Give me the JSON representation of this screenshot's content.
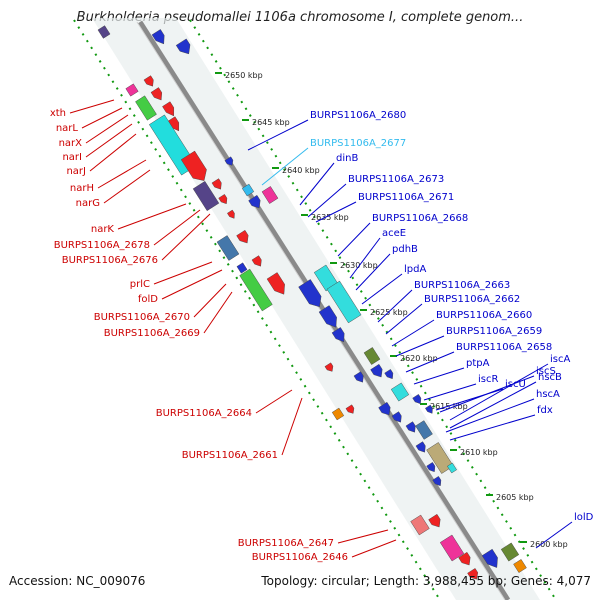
{
  "title": "Burkholderia pseudomallei 1106a chromosome I, complete genom...",
  "footer": {
    "accession": "Accession: NC_009076",
    "topology": "Topology: circular; Length: 3,988,455 bp; Genes: 4,077"
  },
  "colors": {
    "left_labels": "#cc0000",
    "right_labels": "#0000cc",
    "highlight_label": "#33bbee",
    "backbone": "#888888",
    "ticks": "#119911"
  },
  "scale_ticks": [
    {
      "label": "2650 kbp"
    },
    {
      "label": "2645 kbp"
    },
    {
      "label": "2640 kbp"
    },
    {
      "label": "2635 kbp"
    },
    {
      "label": "2630 kbp"
    },
    {
      "label": "2625 kbp"
    },
    {
      "label": "2620 kbp"
    },
    {
      "label": "2615 kbp"
    },
    {
      "label": "2610 kbp"
    },
    {
      "label": "2605 kbp"
    },
    {
      "label": "2600 kbp"
    }
  ],
  "left_labels": [
    {
      "text": "xth"
    },
    {
      "text": "narL"
    },
    {
      "text": "narX"
    },
    {
      "text": "narI"
    },
    {
      "text": "narJ"
    },
    {
      "text": "narH"
    },
    {
      "text": "narG"
    },
    {
      "text": "narK"
    },
    {
      "text": "BURPS1106A_2678"
    },
    {
      "text": "BURPS1106A_2676"
    },
    {
      "text": "prlC"
    },
    {
      "text": "folD"
    },
    {
      "text": "BURPS1106A_2670"
    },
    {
      "text": "BURPS1106A_2669"
    },
    {
      "text": "BURPS1106A_2664"
    },
    {
      "text": "BURPS1106A_2661"
    },
    {
      "text": "BURPS1106A_2647"
    },
    {
      "text": "BURPS1106A_2646"
    }
  ],
  "right_labels": [
    {
      "text": "BURPS1106A_2680"
    },
    {
      "text": "BURPS1106A_2677"
    },
    {
      "text": "dinB"
    },
    {
      "text": "BURPS1106A_2673"
    },
    {
      "text": "BURPS1106A_2671"
    },
    {
      "text": "BURPS1106A_2668"
    },
    {
      "text": "aceE"
    },
    {
      "text": "pdhB"
    },
    {
      "text": "lpdA"
    },
    {
      "text": "BURPS1106A_2663"
    },
    {
      "text": "BURPS1106A_2662"
    },
    {
      "text": "BURPS1106A_2660"
    },
    {
      "text": "BURPS1106A_2659"
    },
    {
      "text": "BURPS1106A_2658"
    },
    {
      "text": "ptpA"
    },
    {
      "text": "iscA"
    },
    {
      "text": "iscS"
    },
    {
      "text": "iscR"
    },
    {
      "text": "iscU"
    },
    {
      "text": "hscB"
    },
    {
      "text": "hscA"
    },
    {
      "text": "fdx"
    },
    {
      "text": "lolD"
    }
  ]
}
